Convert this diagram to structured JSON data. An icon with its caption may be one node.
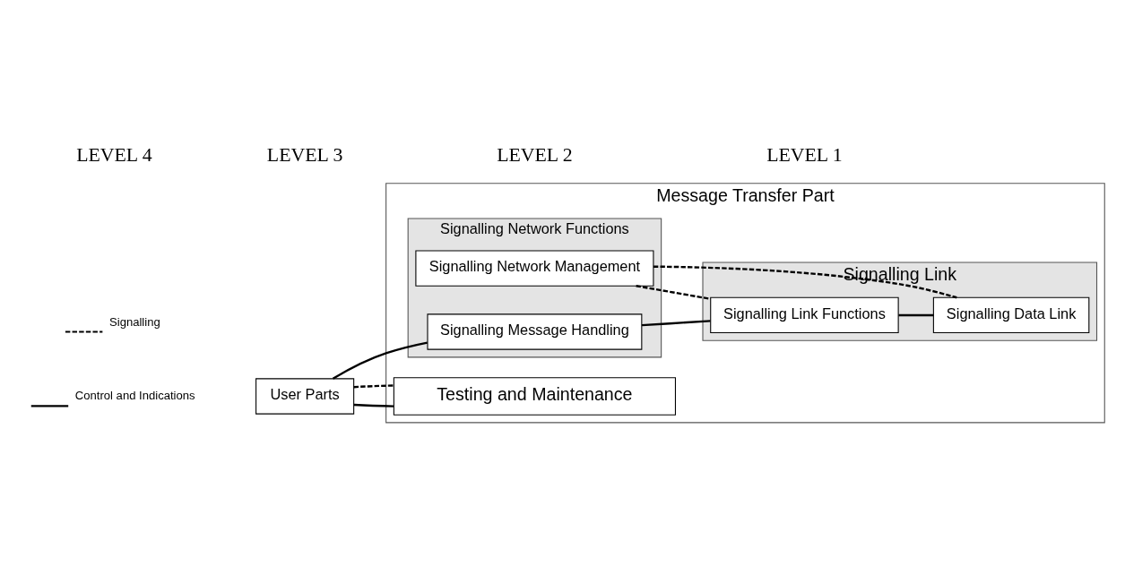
{
  "diagram": {
    "nodes": [
      {
        "text": [
          "User Parts"
        ]
      },
      {
        "text": [
          "Message Transfer Part"
        ]
      },
      {
        "text": [
          "Signalling Network Functions"
        ],
        "in": 1
      },
      {
        "text": [
          "Signalling Message Handling"
        ],
        "in": 2
      },
      {
        "text": [
          "Signalling Network Management"
        ],
        "in": 2
      },
      {
        "text": [
          "Signalling Link"
        ],
        "in": 1
      },
      {
        "text": [
          "Signalling Link Functions"
        ],
        "in": 5
      },
      {
        "text": [
          "Signalling Data Link"
        ],
        "in": 5
      },
      {
        "text": [
          "Testing and Maintenance"
        ],
        "in": 1
      }
    ],
    "edges": [
      {
        "from": 0,
        "to": 3,
        "arrow": "none"
      },
      {
        "from": 3,
        "to": 6,
        "arrow": "none"
      },
      {
        "from": 6,
        "to": 7,
        "arrow": "none"
      },
      {
        "from": 0,
        "to": 8,
        "arrow": "none"
      },
      {
        "from": 0,
        "to": 8,
        "arrow": "none",
        "style": "dashed"
      },
      {
        "from": 4,
        "to": 6,
        "arrow": "none",
        "style": "dashed"
      },
      {
        "from": 4,
        "to": 7,
        "arrow": "none",
        "style": "dashed"
      }
    ],
    "labels": [
      "LEVEL 4",
      "LEVEL 3",
      "LEVEL 2",
      "LEVEL 1"
    ],
    "legend": [
      {
        "text": "Signalling"
      },
      {
        "text": "Control and Indications"
      }
    ]
  }
}
